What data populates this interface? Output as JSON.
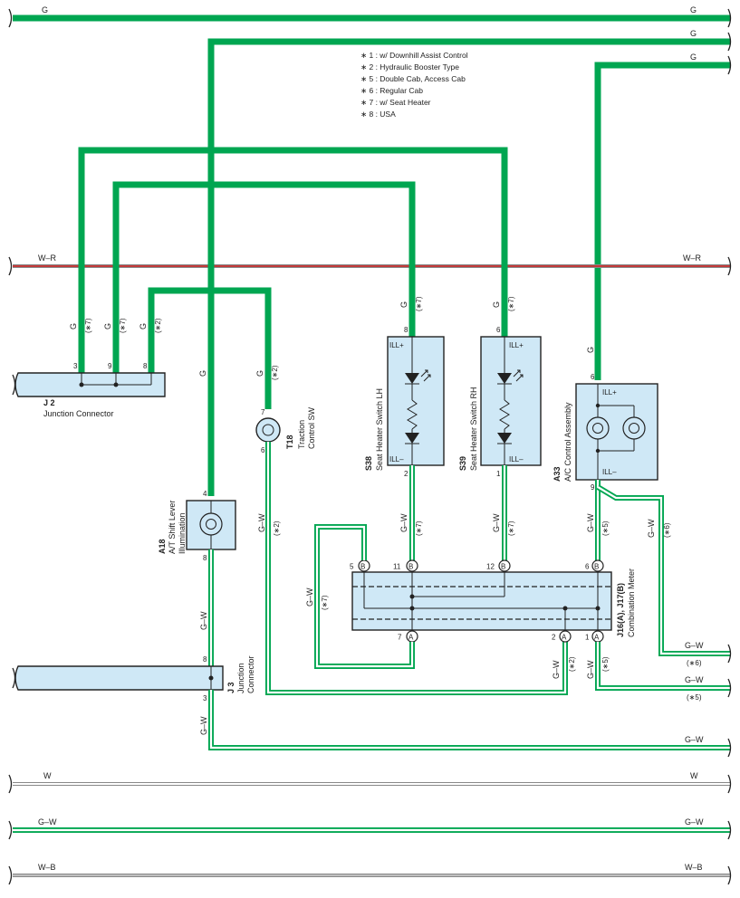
{
  "wire_labels": {
    "top_g_left": "G",
    "top_g_right": "G",
    "g2_right": "G",
    "g3_right": "G",
    "wr_left": "W–R",
    "wr_right": "W–R",
    "w_left": "W",
    "w_right": "W",
    "gw_bus_left": "G–W",
    "gw_bus_right": "G–W",
    "wb_left": "W–B",
    "wb_right": "W–B",
    "gw_out_right": "G–W",
    "gw_a6_right": "G–W",
    "gw_a6_note": "(∗6)",
    "gw_a5_right": "G–W",
    "gw_a5_note": "(∗5)"
  },
  "notes": [
    "∗ 1 : w/ Downhill Assist Control",
    "∗ 2 : Hydraulic Booster Type",
    "∗ 5 : Double Cab,  Access Cab",
    "∗ 6 : Regular Cab",
    "∗ 7 : w/ Seat Heater",
    "∗ 8 : USA"
  ],
  "j2": {
    "code": "J 2",
    "name": "Junction Connector",
    "pins": [
      "3",
      "9",
      "8"
    ],
    "wires": [
      {
        "color": "G",
        "note": "(∗7)"
      },
      {
        "color": "G",
        "note": "(∗7)"
      },
      {
        "color": "G",
        "note": "(∗2)"
      }
    ]
  },
  "vertical_g_label": "G",
  "t18": {
    "code": "T18",
    "name": "Traction Control SW",
    "pin_top": "7",
    "pin_bottom": "6",
    "wire_top": "G",
    "wire_top_note": "(∗2)",
    "wire_bottom": "G–W",
    "wire_bottom_note": "(∗2)"
  },
  "a18": {
    "code": "A18",
    "name1": "A/T Shift Lever",
    "name2": "Illumination",
    "pin_top": "4",
    "pin_bottom": "8",
    "wire_bottom": "G–W"
  },
  "j3": {
    "code": "J 3",
    "name1": "Junction",
    "name2": "Connector",
    "pin_top": "8",
    "pin_bottom": "3",
    "wire_bottom": "G–W"
  },
  "s38": {
    "code": "S38",
    "name": "Seat Heater Switch LH",
    "pin_top": "8",
    "pin_bottom": "2",
    "ill_plus": "ILL+",
    "ill_minus": "ILL–",
    "wire_top": "G",
    "wire_top_note": "(∗7)",
    "wire_bottom": "G–W",
    "wire_bottom_note": "(∗7)"
  },
  "s39": {
    "code": "S39",
    "name": "Seat Heater Switch RH",
    "pin_top": "6",
    "pin_bottom": "1",
    "ill_plus": "ILL+",
    "ill_minus": "ILL–",
    "wire_top": "G",
    "wire_top_note": "(∗7)",
    "wire_bottom": "G–W",
    "wire_bottom_note": "(∗7)"
  },
  "a33": {
    "code": "A33",
    "name": "A/C Control Assembly",
    "pin_top": "6",
    "pin_bottom": "9",
    "ill_plus": "ILL+",
    "ill_minus": "ILL–",
    "wire_top": "G",
    "wire_bottom": "G–W",
    "wire_bottom_note": "(∗5)",
    "wire_side": "G–W",
    "wire_side_note": "(∗6)"
  },
  "meter": {
    "code": "J16(A), J17(B)",
    "name": "Combination Meter",
    "top_pins": [
      {
        "num": "5",
        "conn": "B"
      },
      {
        "num": "11",
        "conn": "B"
      },
      {
        "num": "12",
        "conn": "B"
      },
      {
        "num": "6",
        "conn": "B"
      }
    ],
    "bottom_pins": [
      {
        "num": "7",
        "conn": "A"
      },
      {
        "num": "2",
        "conn": "A"
      },
      {
        "num": "1",
        "conn": "A"
      }
    ],
    "loop_wire": "G–W",
    "loop_note": "(∗7)",
    "pin2_wire": "G–W",
    "pin2_note": "(∗2)",
    "pin1_wire": "G–W",
    "pin1_note": "(∗5)"
  }
}
